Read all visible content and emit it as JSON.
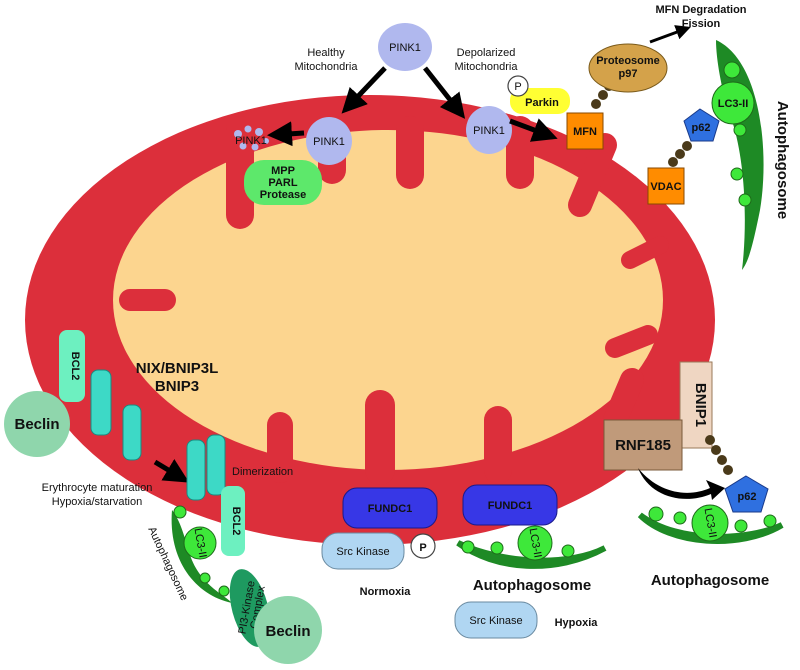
{
  "pink1": {
    "top": "PINK1",
    "healthy_path": [
      "Healthy",
      "Mitochondria"
    ],
    "depolarized_path": [
      "Depolarized",
      "Mitochondria"
    ],
    "left_label": "PINK1",
    "right_label": "PINK1",
    "fragment": "PINK1",
    "protease": [
      "MPP",
      "PARL",
      "Protease"
    ]
  },
  "parkin": {
    "label": "Parkin",
    "phospho": "P"
  },
  "proteasome": {
    "lines": [
      "Proteosome",
      "p97"
    ]
  },
  "mfn": {
    "label": "MFN",
    "outcome": [
      "MFN Degradation",
      "Fission"
    ]
  },
  "vdac": {
    "label": "VDAC"
  },
  "p62_top": "p62",
  "lc3_top": "LC3-II",
  "autophagosome_right": "Autophagosome",
  "bcl2_top": "BCL2",
  "beclin_top": "Beclin",
  "nix": [
    "NIX/BNIP3L",
    "BNIP3"
  ],
  "triggers": [
    "Erythrocyte maturation",
    "Hypoxia/starvation"
  ],
  "dimerization": "Dimerization",
  "bcl2_bottom": "BCL2",
  "autophagosome_left": "Autophagosome",
  "lc3_left": "LC3-II",
  "pi3k": [
    "PI3-Kinase",
    "Complex"
  ],
  "beclin_bottom": "Beclin",
  "fundc1_left": "FUNDC1",
  "src_left": "Src Kinase",
  "phospho_fundc": "P",
  "normoxia": "Normoxia",
  "fundc1_right": "FUNDC1",
  "lc3_mid": "LC3-II",
  "autophagosome_mid": "Autophagosome",
  "src_right": "Src Kinase",
  "hypoxia": "Hypoxia",
  "bnip1": "BNIP1",
  "rnf185": "RNF185",
  "p62_bottom": "p62",
  "lc3_bottom": "LC3-II",
  "autophagosome_bottom": "Autophagosome",
  "colors": {
    "membrane": "#dc2f3b",
    "matrix": "#fcd58f",
    "pink1": "#b0b8ee",
    "protease": "#5de86b",
    "parkin": "#ffff33",
    "proteasome": "#d4a24a",
    "mfn": "#ff8c00",
    "p62": "#2f70e0",
    "lc3": "#3ee83a",
    "autophagosome": "#1e8a25",
    "bcl2": "#6df0c0",
    "nix": "#3dd9c6",
    "beclin": "#8fd6ac",
    "fundc1": "#3737e6",
    "src": "#b0d6f2",
    "rnf185": "#c09a7a",
    "bnip1": "#efd6c2",
    "chain": "#4a3a1a"
  }
}
